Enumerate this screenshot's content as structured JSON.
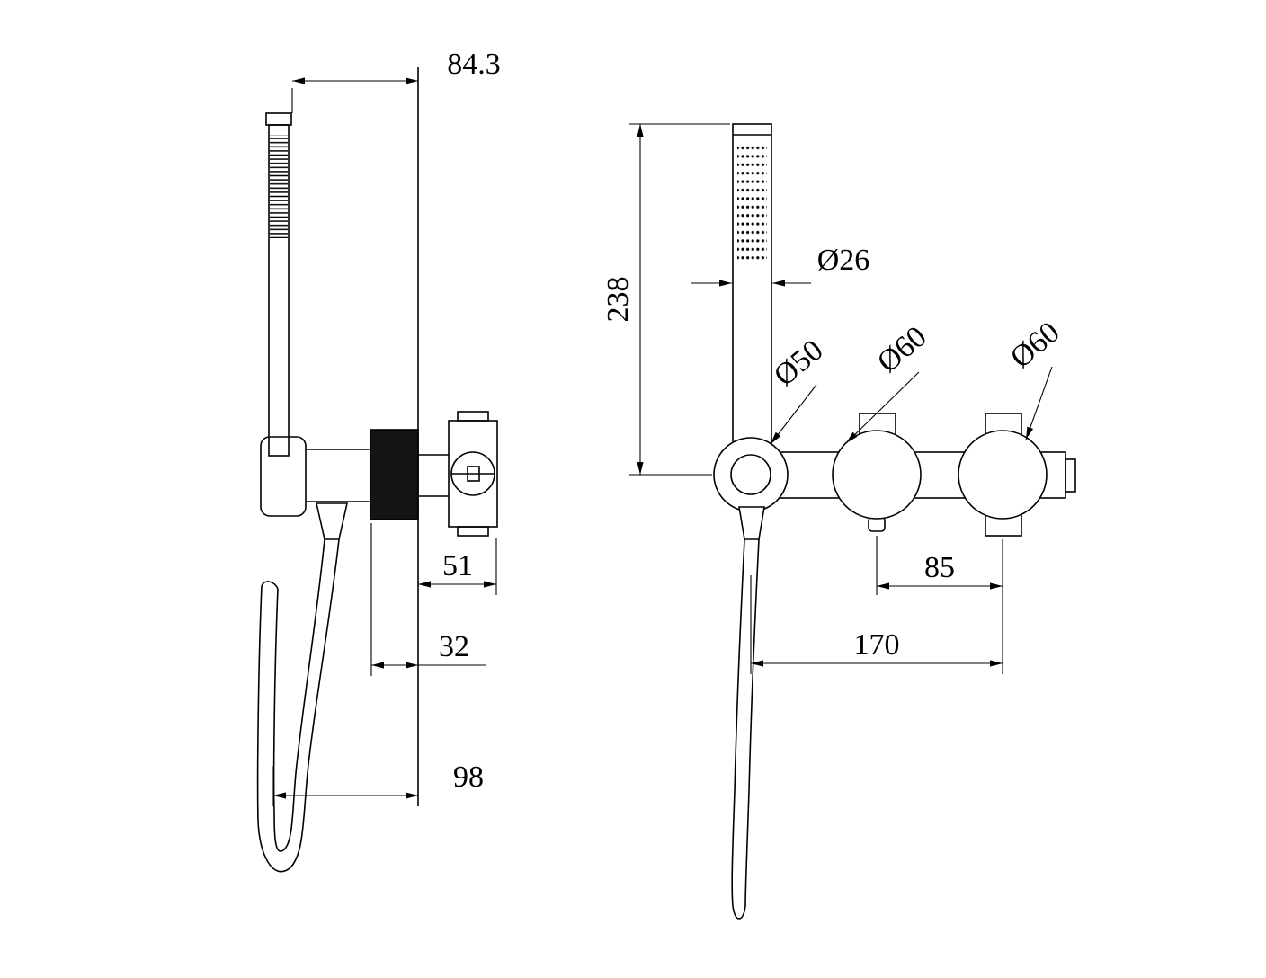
{
  "line_color": "#000000",
  "left_view": {
    "top_offset": "84.3",
    "valve_depth": "51",
    "knurl_offset": "32",
    "hose_offset": "98"
  },
  "front_view": {
    "handset_height": "238",
    "handset_diameter": "Ø26",
    "holder_diameter": "Ø50",
    "knob1_diameter": "Ø60",
    "knob2_diameter": "Ø60",
    "knob_spacing": "85",
    "overall_width": "170"
  }
}
